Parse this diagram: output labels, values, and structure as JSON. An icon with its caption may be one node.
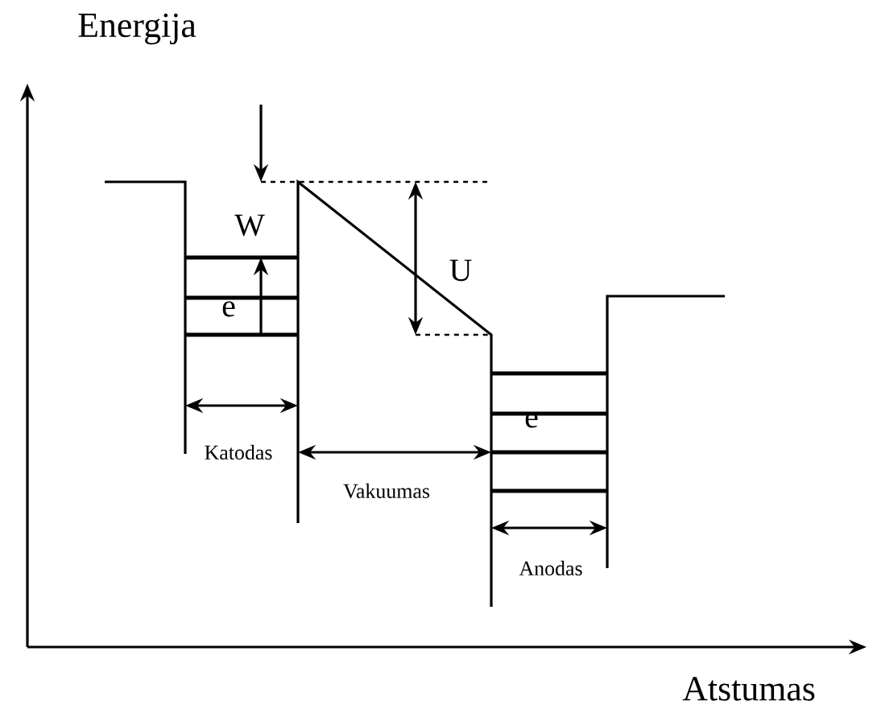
{
  "diagram": {
    "labels": [
      "Energija",
      "W",
      "U",
      "e",
      "Katodas",
      "Vakuumas",
      "e",
      "Anodas",
      "Atstumas"
    ]
  }
}
